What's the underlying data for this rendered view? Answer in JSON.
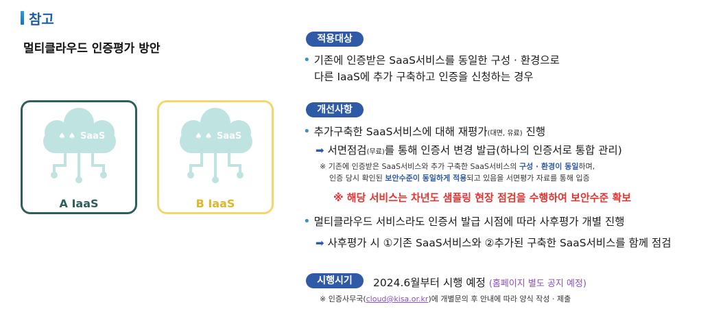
{
  "header": {
    "title": "참고"
  },
  "main_title": "멀티클라우드 인증평가 방안",
  "cards": [
    {
      "cloud_label": "SaaS",
      "label": "A IaaS"
    },
    {
      "cloud_label": "SaaS",
      "label": "B IaaS"
    }
  ],
  "section1": {
    "pill": "적용대상",
    "line1": "기존에 인증받은 SaaS서비스를 동일한 구성 · 환경으로",
    "line2": "다른 IaaS에 추가 구축하고 인증을 신청하는 경우"
  },
  "section2": {
    "pill": "개선사항",
    "b1_main": "추가구축한 SaaS서비스에 대해 재평가",
    "b1_paren": "(대면, 유료)",
    "b1_end": " 진행",
    "a1_pre": "서면점검",
    "a1_paren": "(무료)",
    "a1_post": "를 통해 인증서 변경 발급(하나의 인증서로 통합 관리)",
    "note_l1_pre": "※ 기존에 인증받은 SaaS서비스와 추가 구축한 SaaS서비스의 ",
    "note_l1_blue": "구성 · 환경이 동일",
    "note_l1_post": "하며,",
    "note_l2_pre": "인증 당시 확인된 ",
    "note_l2_blue": "보안수준이 동일하게 적용",
    "note_l2_post": "되고 있음을 서면평가 자료를 통해 입증",
    "red_note": "※ 해당 서비스는 차년도 샘플링 현장 점검을 수행하여 보안수준 확보",
    "b2": "멀티클라우드 서비스라도 인증서 발급 시점에 따라 사후평가 개별 진행",
    "a2": "사후평가 시 ①기존 SaaS서비스와 ②추가된 구축한  SaaS서비스를 함께 점검"
  },
  "section3": {
    "pill": "시행시기",
    "main": "2024.6월부터 시행 예정",
    "sub": "(홈페이지 별도 공지 예정)",
    "note_pre": "※ 인증사무국(",
    "note_link": "cloud@kisa.or.kr",
    "note_post": ")에 개별문의 후 안내에 따라 양식 작성 · 제출"
  }
}
